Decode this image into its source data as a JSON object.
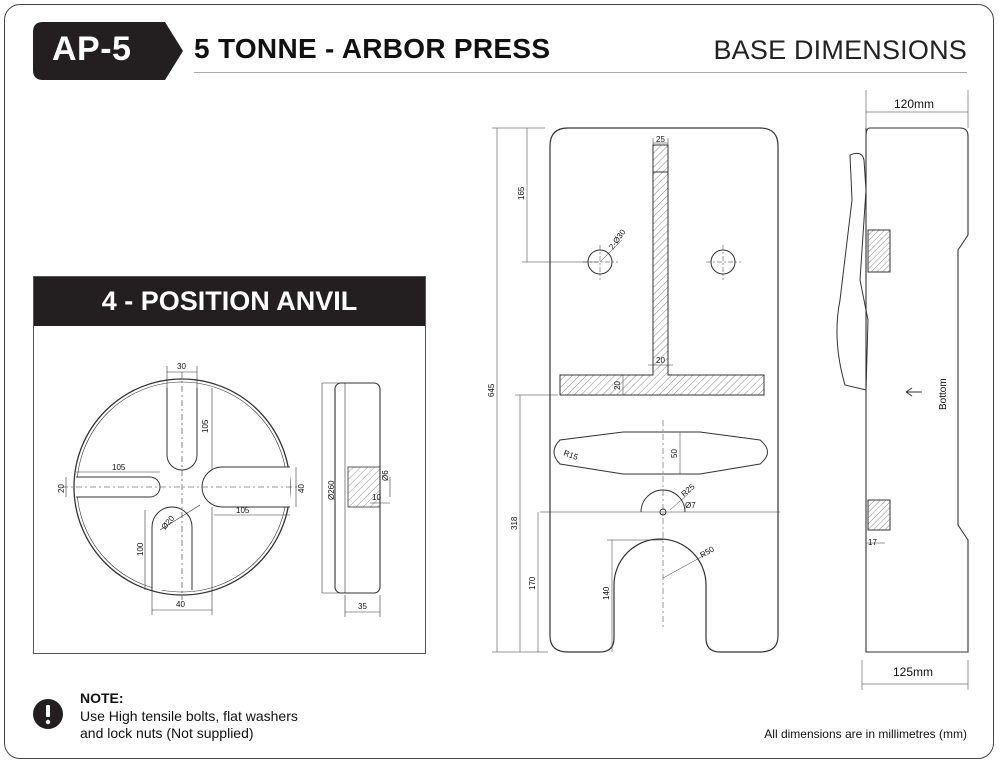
{
  "header": {
    "model": "AP-5",
    "title": "5 TONNE - ARBOR PRESS",
    "subtitle": "BASE DIMENSIONS"
  },
  "anvil": {
    "heading": "4 - POSITION ANVIL",
    "dims": {
      "slot_width_top": "30",
      "slot_depth_top": "105",
      "slot_left": "105",
      "slot_right": "105",
      "left_width": "20",
      "right_width": "40",
      "bottom_depth": "100",
      "bottom_width": "40",
      "hole": "Ø20",
      "diameter": "Ø260",
      "hole_small": "Ø6",
      "hole_depth": "10",
      "thickness": "35"
    }
  },
  "base": {
    "dims": {
      "top_width": "25",
      "top_to_holes": "165",
      "holes": "2-Ø30",
      "web": "20",
      "flange": "20",
      "total_length": "645",
      "slot_radius": "R15",
      "slot_width": "50",
      "notch_radius": "R25",
      "notch_hole": "Ø7",
      "lower_length": "318",
      "lower_170": "170",
      "cutout_depth": "140",
      "cutout_radius": "R50"
    }
  },
  "side": {
    "top_width": "120mm",
    "bottom_width": "125mm",
    "bottom_label": "Bottom",
    "dim_17": "17"
  },
  "note": {
    "title": "NOTE:",
    "line1": "Use High tensile bolts, flat washers",
    "line2": "and lock nuts (Not supplied)",
    "icon": "exclamation-icon"
  },
  "footer": {
    "units": "All dimensions are in millimetres (mm)"
  }
}
